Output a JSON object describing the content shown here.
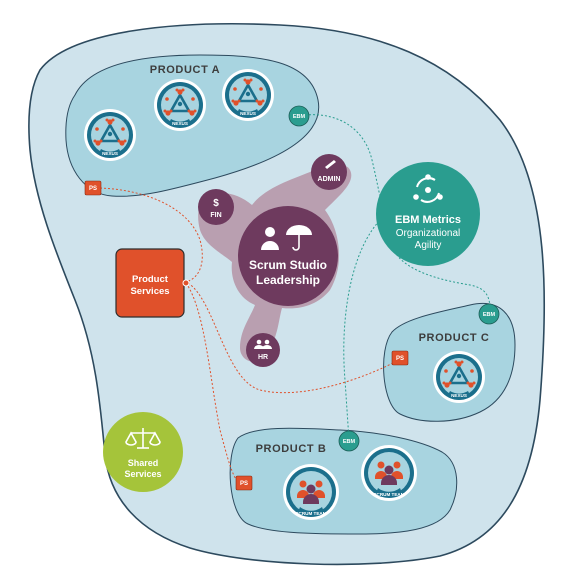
{
  "zones": {
    "product_a": {
      "title": "PRODUCT A",
      "ebm": "EBM",
      "ps": "PS",
      "nexus": [
        "NEXUS",
        "NEXUS",
        "NEXUS"
      ]
    },
    "product_b": {
      "title": "PRODUCT B",
      "ebm": "EBM",
      "ps": "PS",
      "teams": [
        "SCRUM TEAM",
        "SCRUM TEAM"
      ]
    },
    "product_c": {
      "title": "PRODUCT C",
      "ebm": "EBM",
      "ps": "PS",
      "nexus": [
        "NEXUS"
      ]
    }
  },
  "leadership": {
    "line1": "Scrum Studio",
    "line2": "Leadership",
    "admin": "ADMIN",
    "fin_symbol": "$",
    "fin": "FIN",
    "hr": "HR"
  },
  "ebm_metrics": {
    "title": "EBM Metrics",
    "line1": "Organizational",
    "line2": "Agility"
  },
  "product_services": {
    "line1": "Product",
    "line2": "Services"
  },
  "shared_services": {
    "line1": "Shared",
    "line2": "Services"
  },
  "colors": {
    "blob_fill": "#cfe3ec",
    "blob_stroke": "#2d4a5e",
    "zone_fill": "#a8d4e0",
    "teal": "#2a9d8f",
    "purple": "#6e3a5e",
    "mauve": "#b99fb0",
    "orange": "#e0512b",
    "green": "#a5c43a",
    "nexus_ring": "#1b6f8c"
  },
  "icons": {
    "nexus": "nexus-triangle-icon",
    "team": "people-group-icon",
    "leadership": "person-umbrella-icon",
    "ebm": "cycle-people-icon",
    "shared": "scales-icon",
    "admin": "pen-icon",
    "hr": "people-icon"
  }
}
